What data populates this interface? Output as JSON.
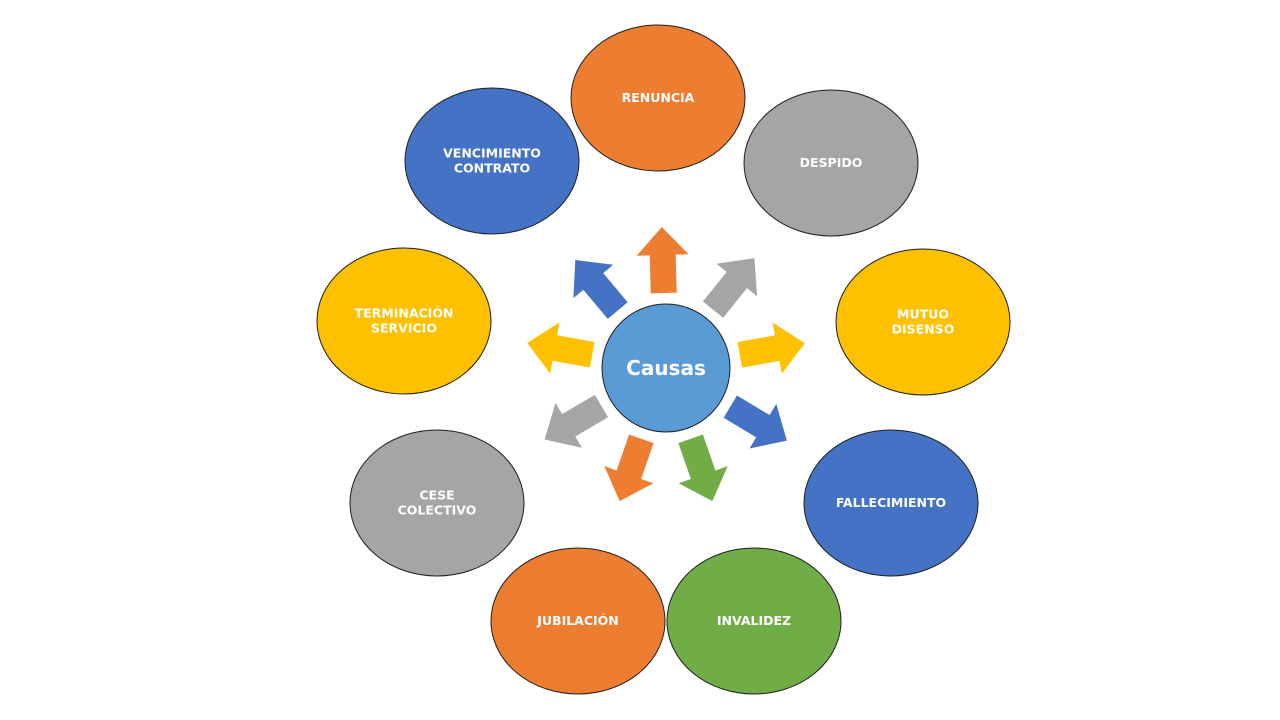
{
  "colors": {
    "orange": "#ED7D31",
    "gray": "#A5A5A5",
    "yellow": "#FFC000",
    "blue": "#4472C4",
    "green": "#70AD47",
    "center": "#5B9BD5"
  },
  "center": {
    "label": "Causas",
    "color": "#5B9BD5"
  },
  "causes": [
    {
      "lines": [
        "RENUNCIA"
      ],
      "color": "#ED7D31",
      "arrow_color": "#ED7D31"
    },
    {
      "lines": [
        "DESPIDO"
      ],
      "color": "#A5A5A5",
      "arrow_color": "#A5A5A5"
    },
    {
      "lines": [
        "MUTUO",
        "DISENSO"
      ],
      "color": "#FFC000",
      "arrow_color": "#FFC000"
    },
    {
      "lines": [
        "FALLECIMIENTO"
      ],
      "color": "#4472C4",
      "arrow_color": "#4472C4"
    },
    {
      "lines": [
        "INVALIDEZ"
      ],
      "color": "#70AD47",
      "arrow_color": "#70AD47"
    },
    {
      "lines": [
        "JUBILACIÓN"
      ],
      "color": "#ED7D31",
      "arrow_color": "#ED7D31"
    },
    {
      "lines": [
        "CESE",
        "COLECTIVO"
      ],
      "color": "#A5A5A5",
      "arrow_color": "#A5A5A5"
    },
    {
      "lines": [
        "TERMINACIÓN",
        "SERVICIO"
      ],
      "color": "#FFC000",
      "arrow_color": "#FFC000"
    },
    {
      "lines": [
        "VENCIMIENTO",
        "CONTRATO"
      ],
      "color": "#4472C4",
      "arrow_color": "#4472C4"
    }
  ]
}
